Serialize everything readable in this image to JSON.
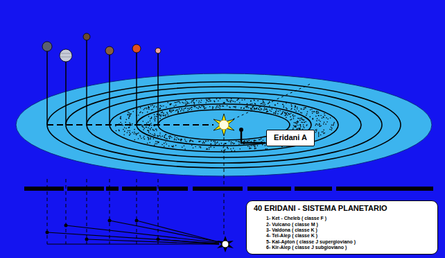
{
  "diagram": {
    "nodes": [
      {
        "text": [
          "Eridani A"
        ]
      },
      {
        "text": [
          "40 ERIDANI - SISTEMA PLANETARIO",
          "1- Ket - Cheleb ( classe F )",
          "2- Vulcano ( classe M )",
          "3- Valdona ( classe K )",
          "4- Tel-Alep ( classe K )",
          "5- Kal-Apton ( classe J supergioviano )",
          "6- Kir-Alep ( classe J subgioviano )"
        ]
      }
    ]
  }
}
